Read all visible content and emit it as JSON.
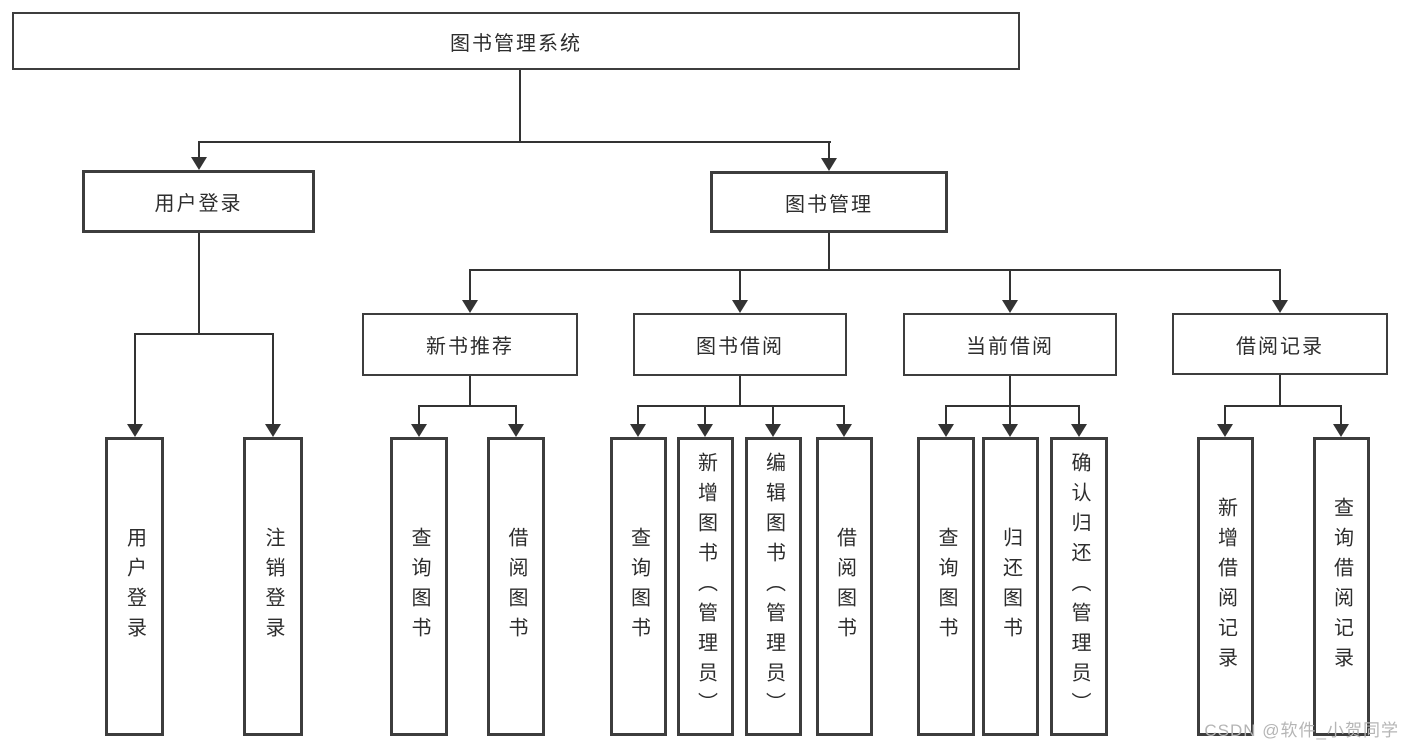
{
  "diagram": {
    "root": {
      "label": "图书管理系统"
    },
    "level2": [
      {
        "label": "用户登录"
      },
      {
        "label": "图书管理"
      }
    ],
    "level3": [
      {
        "label": "新书推荐"
      },
      {
        "label": "图书借阅"
      },
      {
        "label": "当前借阅"
      },
      {
        "label": "借阅记录"
      }
    ],
    "leaves": {
      "user_login": [
        "用户登录",
        "注销登录"
      ],
      "new_book": [
        "查询图书",
        "借阅图书"
      ],
      "book_borrow": [
        "查询图书",
        "新增图书（管理员）",
        "编辑图书（管理员）",
        "借阅图书"
      ],
      "current_borrow": [
        "查询图书",
        "归还图书",
        "确认归还（管理员）"
      ],
      "borrow_record": [
        "新增借阅记录",
        "查询借阅记录"
      ]
    }
  },
  "watermark": "CSDN @软件_小贺同学",
  "colors": {
    "border": "#3d3d3d",
    "line": "#333333",
    "text": "#2d2d2d",
    "watermark": "#b5b5b5",
    "background": "#ffffff"
  }
}
